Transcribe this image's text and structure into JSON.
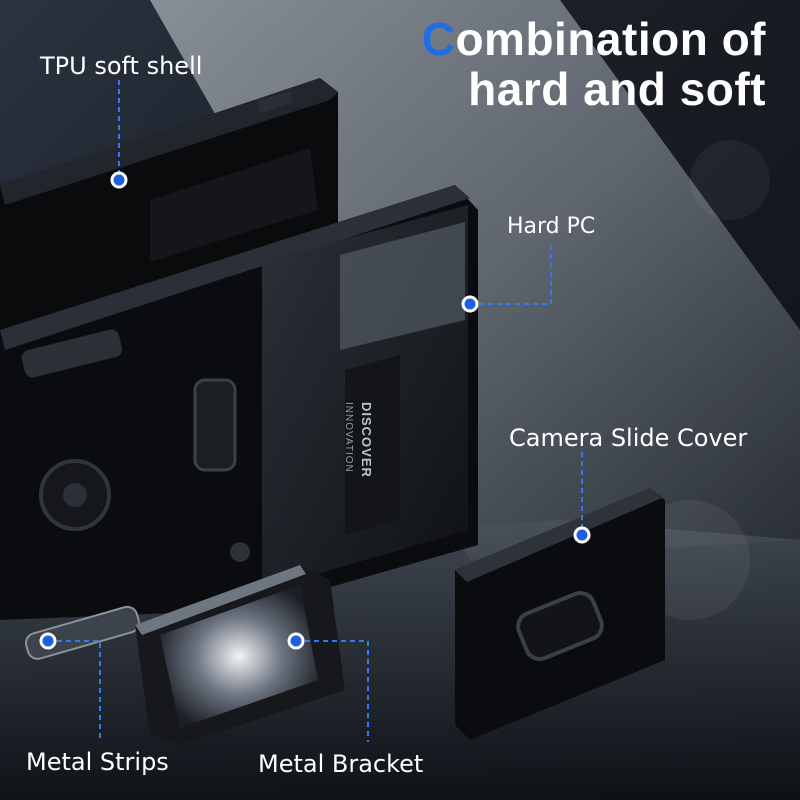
{
  "headline": {
    "first_letter": "C",
    "line1_rest": "ombination of",
    "line2": "hard and soft"
  },
  "callouts": {
    "tpu": "TPU soft shell",
    "hard_pc": "Hard PC",
    "camera": "Camera Slide Cover",
    "strips": "Metal Strips",
    "bracket": "Metal Bracket"
  },
  "case_print": {
    "line1": "DISCOVER",
    "line2": "INNOVATION"
  },
  "colors": {
    "accent": "#1f6fe0",
    "marker": "#1e5fe0",
    "text": "#ffffff",
    "background": "#1a1f27"
  }
}
